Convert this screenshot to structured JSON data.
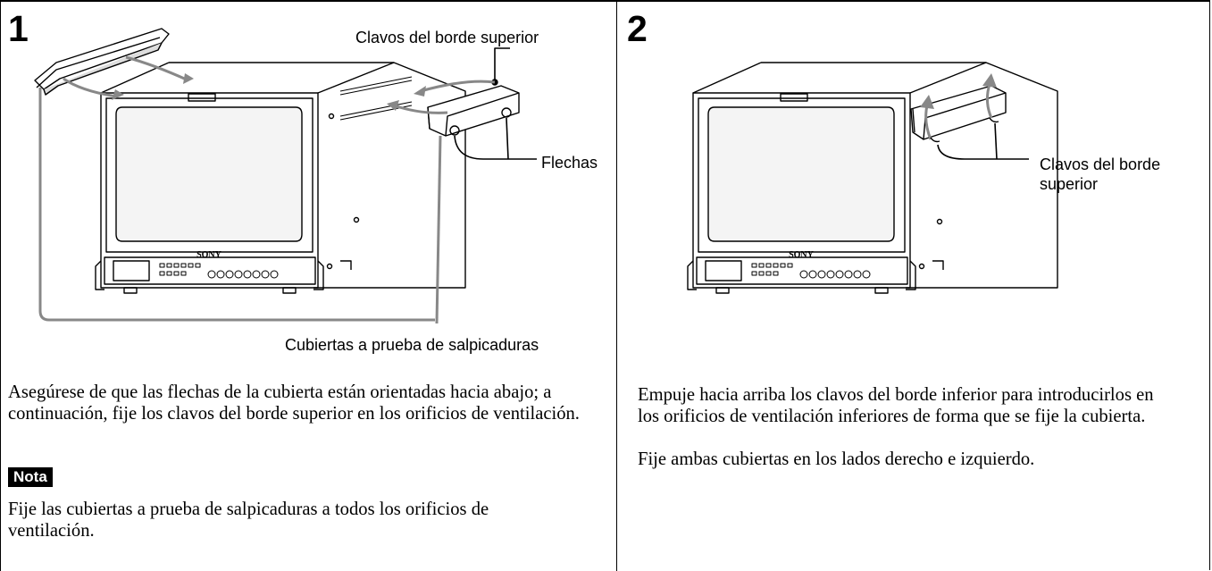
{
  "step1": {
    "number": "1",
    "callouts": {
      "top_pins": "Clavos del borde superior",
      "arrows": "Flechas",
      "covers": "Cubiertas a prueba de salpicaduras"
    },
    "monitor_brand": "SONY",
    "instruction": "Asegúrese de que las flechas de la cubierta están orientadas hacia abajo; a continuación, fije los clavos del borde superior en los orificios de ventilación.",
    "note_label": "Nota",
    "note_text": "Fije las cubiertas a prueba de salpicaduras a todos los orificios de ventilación."
  },
  "step2": {
    "number": "2",
    "callouts": {
      "top_pins_line1": "Clavos del borde",
      "top_pins_line2": "superior"
    },
    "monitor_brand": "SONY",
    "instruction_1": "Empuje hacia arriba los clavos del borde inferior para introducirlos en los orificios de ventilación inferiores de forma que se fije la cubierta.",
    "instruction_2": "Fije ambas cubiertas en los lados derecho e izquierdo."
  }
}
